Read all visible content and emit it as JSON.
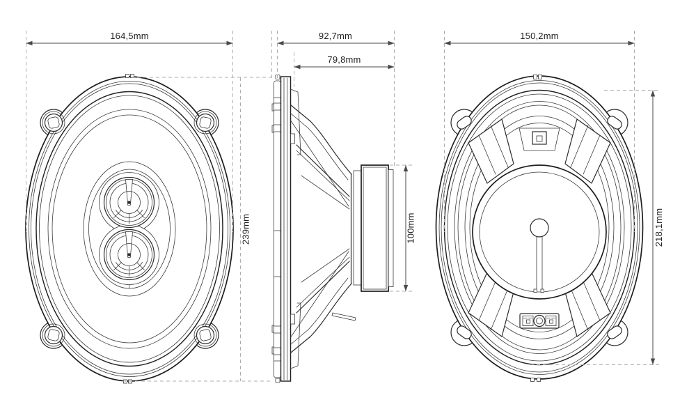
{
  "drawing": {
    "subject": "oval-speaker-three-view-dimensional-drawing",
    "views": {
      "front": {
        "width_label": "164,5mm",
        "height_label": "239mm"
      },
      "side": {
        "overall_depth_label": "92,7mm",
        "mounting_depth_label": "79,8mm",
        "magnet_height_label": "100mm"
      },
      "rear": {
        "basket_width_label": "150,2mm",
        "basket_height_label": "218,1mm"
      }
    },
    "units": "mm"
  },
  "colors": {
    "background": "#ffffff",
    "drawing_line": "#2b2b2b",
    "dimension_line": "#4a4a4a",
    "extension_line": "#aeaeae",
    "label_text": "#1f1f1f"
  }
}
